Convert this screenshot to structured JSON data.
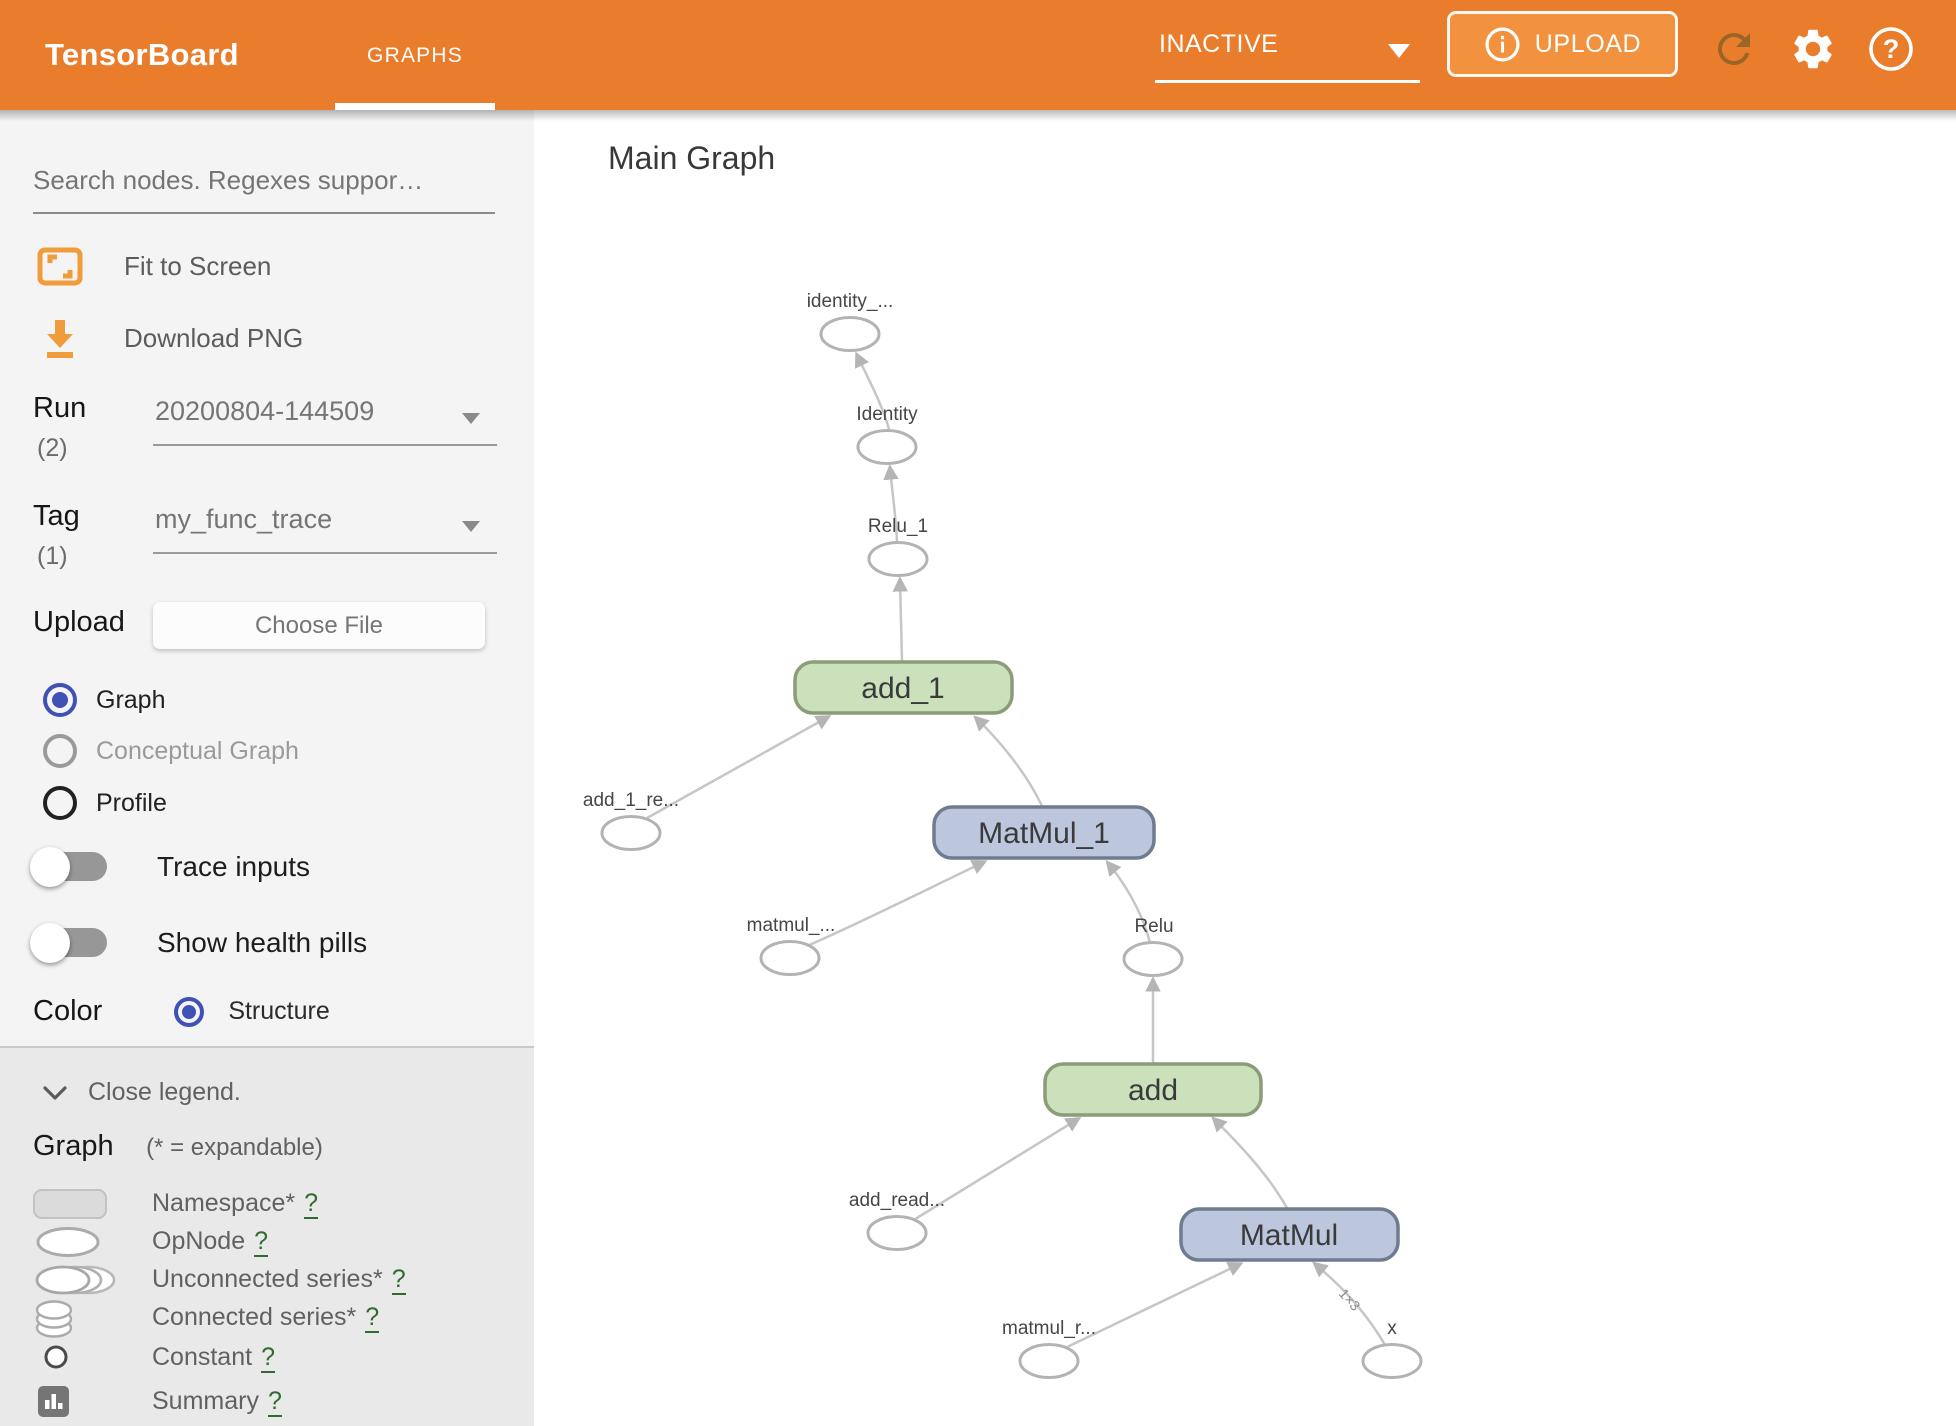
{
  "header": {
    "logo": "TensorBoard",
    "tab": "GRAPHS",
    "status": "INACTIVE",
    "upload_label": "UPLOAD",
    "icons": [
      "info-icon",
      "refresh-icon",
      "gear-icon",
      "help-icon"
    ]
  },
  "sidebar": {
    "search_placeholder": "Search nodes. Regexes suppor…",
    "fit_to_screen": "Fit to Screen",
    "download_png": "Download PNG",
    "run": {
      "label": "Run",
      "count": "(2)",
      "value": "20200804-144509"
    },
    "tag": {
      "label": "Tag",
      "count": "(1)",
      "value": "my_func_trace"
    },
    "upload": {
      "label": "Upload",
      "button_label": "Choose File"
    },
    "graph_type_options": [
      {
        "label": "Graph",
        "selected": true
      },
      {
        "label": "Conceptual Graph",
        "selected": false
      },
      {
        "label": "Profile",
        "selected": false
      }
    ],
    "toggles": [
      {
        "label": "Trace inputs",
        "on": false
      },
      {
        "label": "Show health pills",
        "on": false
      }
    ],
    "color_by": {
      "label": "Color",
      "option": "Structure"
    }
  },
  "legend": {
    "close_label": "Close legend.",
    "section_title": "Graph",
    "expandable_note": "(* = expandable)",
    "items": [
      {
        "label": "Namespace*",
        "help": "?",
        "swatch": "namespace"
      },
      {
        "label": "OpNode",
        "help": "?",
        "swatch": "opnode"
      },
      {
        "label": "Unconnected series*",
        "help": "?",
        "swatch": "unconnected-series"
      },
      {
        "label": "Connected series*",
        "help": "?",
        "swatch": "connected-series"
      },
      {
        "label": "Constant",
        "help": "?",
        "swatch": "constant"
      },
      {
        "label": "Summary",
        "help": "?",
        "swatch": "summary"
      }
    ]
  },
  "main": {
    "title": "Main Graph",
    "graph": {
      "nodes": {
        "identity_series": {
          "label": "identity_...",
          "type": "op"
        },
        "identity": {
          "label": "Identity",
          "type": "op"
        },
        "relu_1": {
          "label": "Relu_1",
          "type": "op"
        },
        "add_1": {
          "label": "add_1",
          "type": "block-green"
        },
        "add_1_read": {
          "label": "add_1_re...",
          "type": "op"
        },
        "matmul_1": {
          "label": "MatMul_1",
          "type": "block-blue"
        },
        "matmul_read_1": {
          "label": "matmul_...",
          "type": "op"
        },
        "relu": {
          "label": "Relu",
          "type": "op"
        },
        "add": {
          "label": "add",
          "type": "block-green"
        },
        "add_read": {
          "label": "add_read...",
          "type": "op"
        },
        "matmul": {
          "label": "MatMul",
          "type": "block-blue"
        },
        "matmul_read": {
          "label": "matmul_r...",
          "type": "op"
        },
        "x": {
          "label": "x",
          "type": "op"
        }
      },
      "edges": [
        [
          "identity",
          "identity_series"
        ],
        [
          "relu_1",
          "identity"
        ],
        [
          "add_1",
          "relu_1"
        ],
        [
          "add_1_read",
          "add_1"
        ],
        [
          "matmul_1",
          "add_1"
        ],
        [
          "matmul_read_1",
          "matmul_1"
        ],
        [
          "relu",
          "matmul_1"
        ],
        [
          "add",
          "relu"
        ],
        [
          "add_read",
          "add"
        ],
        [
          "matmul",
          "add"
        ],
        [
          "matmul_read",
          "matmul"
        ],
        [
          "x",
          "matmul"
        ]
      ],
      "edge_shape_label": "1×3"
    }
  },
  "colors": {
    "header_bg": "#EA7D2C",
    "upload_button_bg": "#F2923F",
    "refresh_icon": "#9A6526",
    "sidebar_bg": "#F4F4F4",
    "legend_bg": "#E9E9E9",
    "accent_orange": "#F09C3B",
    "radio_selected": "#3F51B5",
    "help_link_green": "#2F6B2F",
    "block_green_fill": "#CBE1BB",
    "block_green_stroke": "#8B9C78",
    "block_blue_fill": "#BCC6DD",
    "block_blue_stroke": "#6F7B8E",
    "edge_gray": "#C6C6C6"
  }
}
